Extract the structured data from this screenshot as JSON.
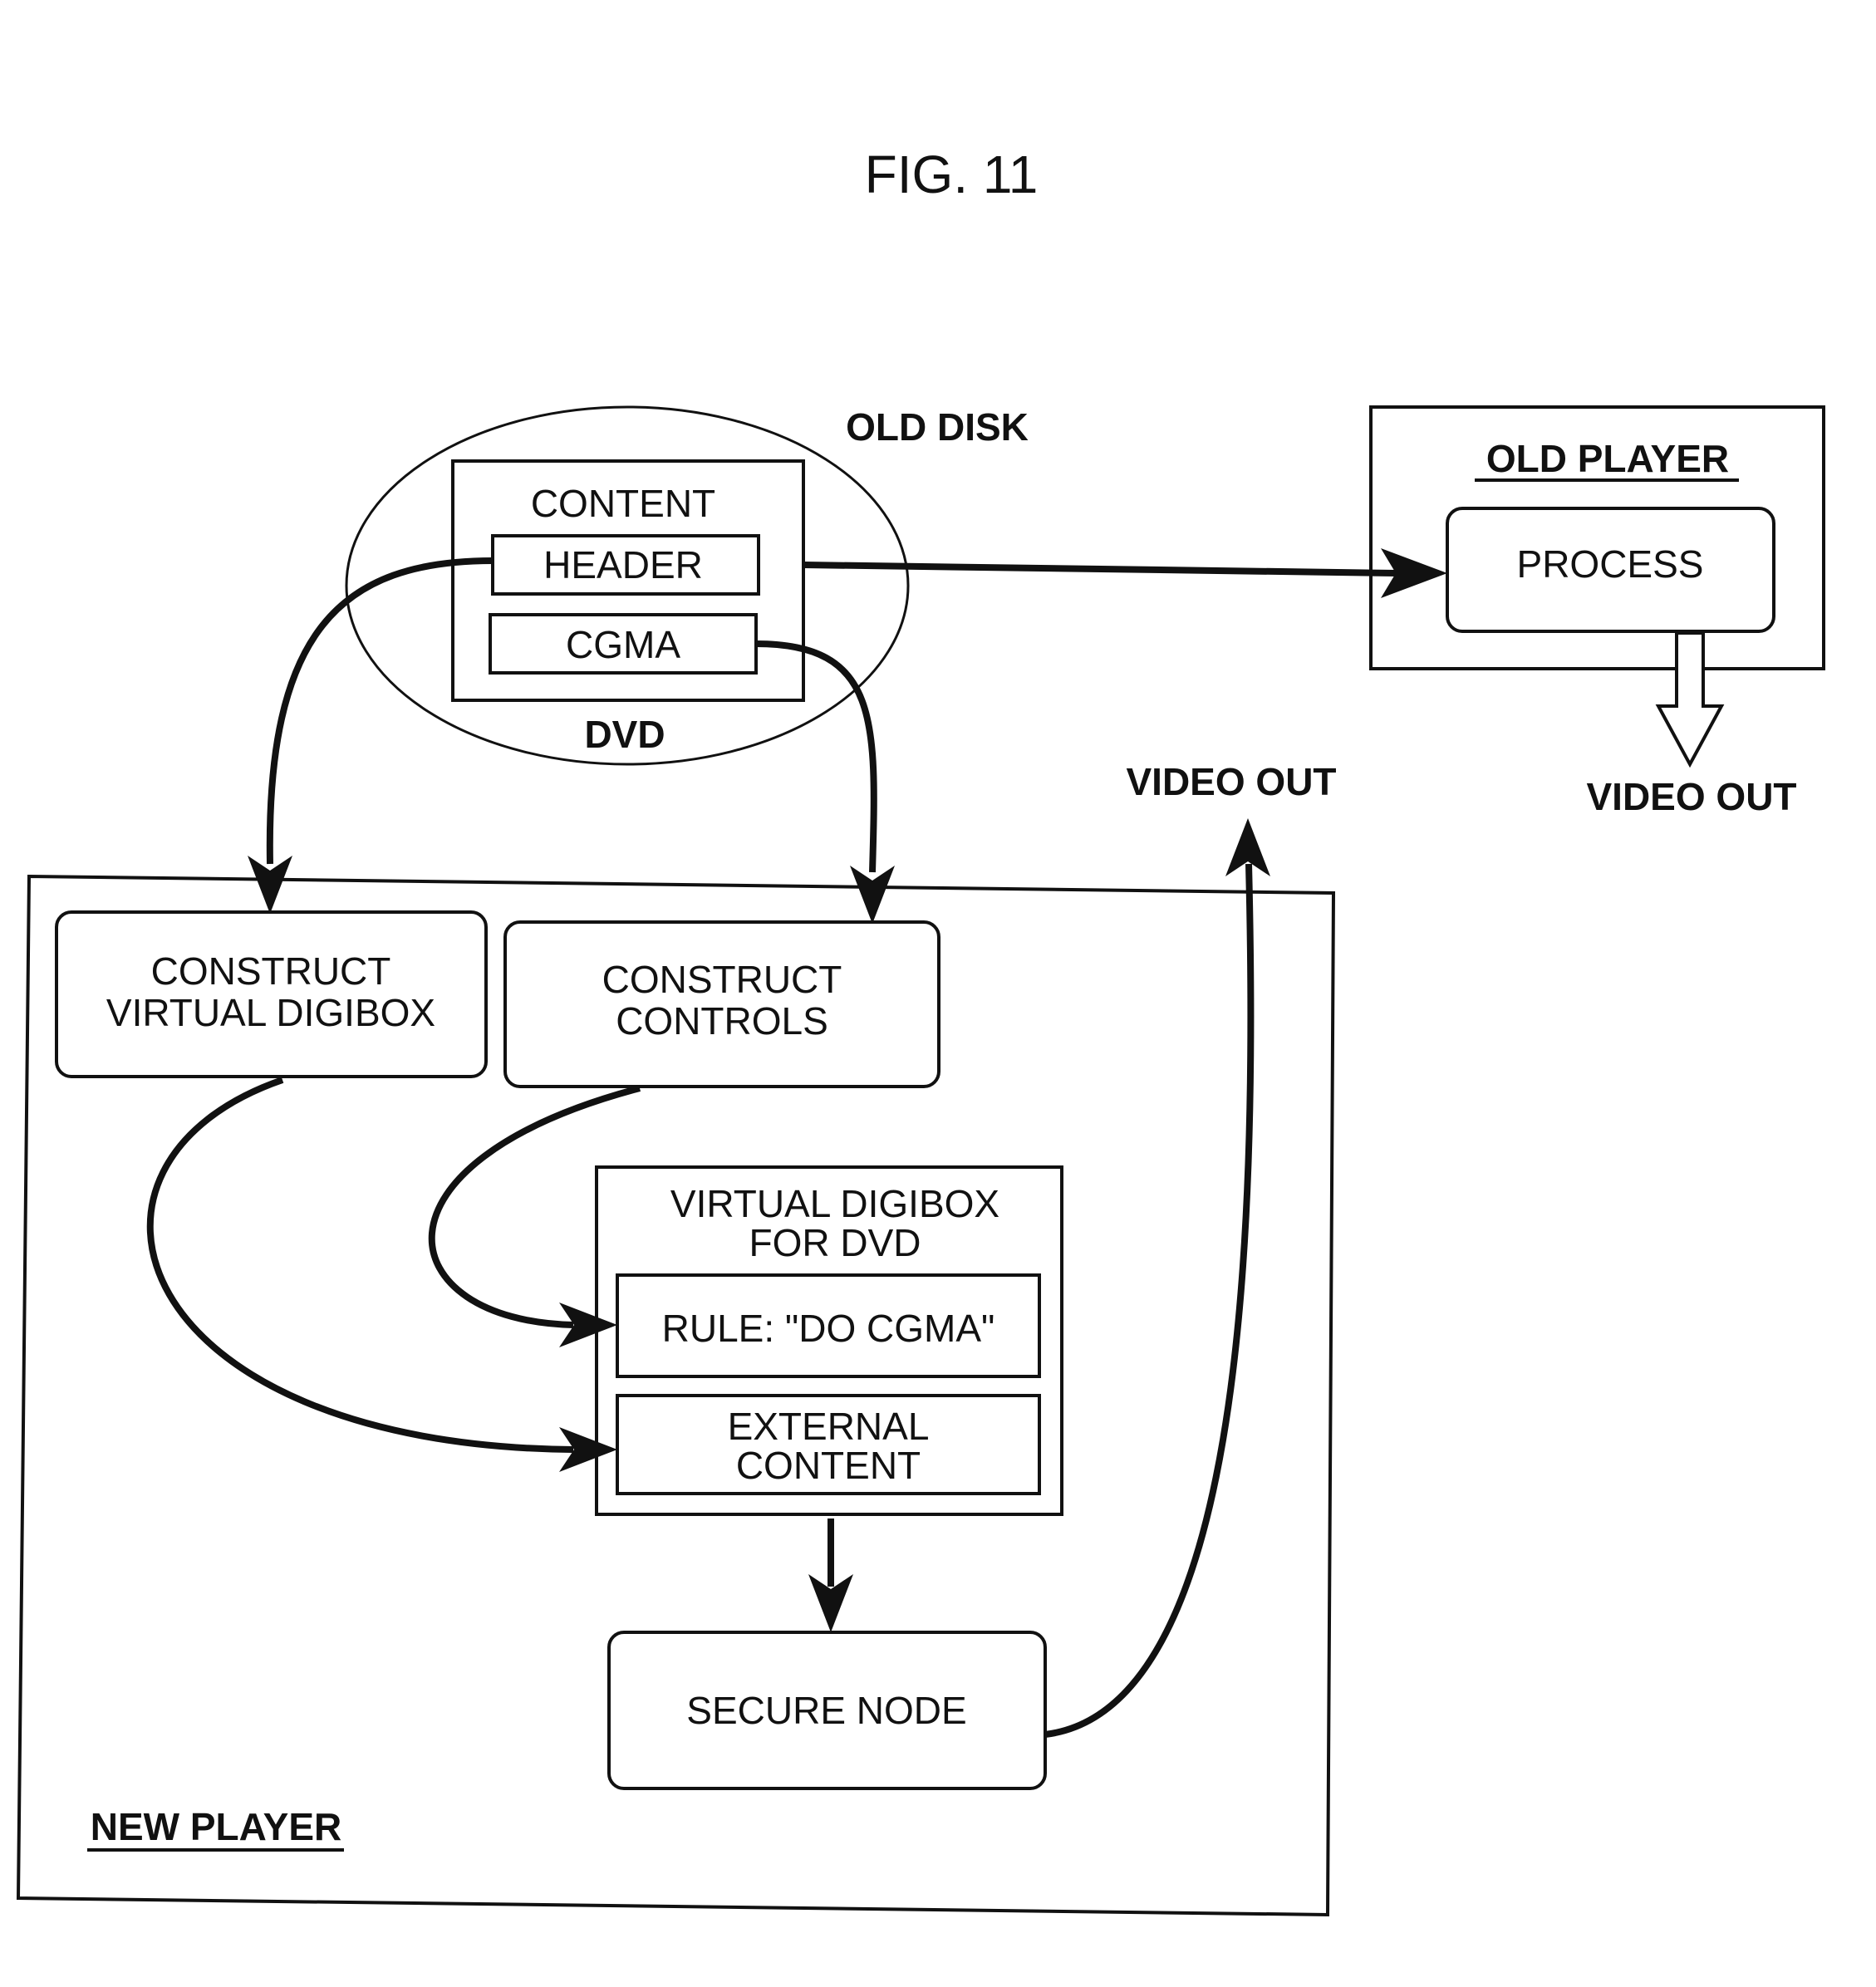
{
  "figure": {
    "title": "FIG. 11"
  },
  "old_disk": {
    "label": "OLD DISK",
    "medium": "DVD",
    "content": "CONTENT",
    "header": "HEADER",
    "cgma": "CGMA"
  },
  "old_player": {
    "title": "OLD PLAYER",
    "process": "PROCESS",
    "video_out": "VIDEO OUT"
  },
  "new_player": {
    "title": "NEW PLAYER",
    "construct_digibox": [
      "CONSTRUCT",
      "VIRTUAL DIGIBOX"
    ],
    "construct_controls": [
      "CONSTRUCT",
      "CONTROLS"
    ],
    "virtual_digibox": [
      "VIRTUAL DIGIBOX",
      "FOR DVD"
    ],
    "rule": "RULE: \"DO CGMA\"",
    "external_content": [
      "EXTERNAL",
      "CONTENT"
    ],
    "secure_node": "SECURE NODE",
    "video_out": "VIDEO OUT"
  }
}
